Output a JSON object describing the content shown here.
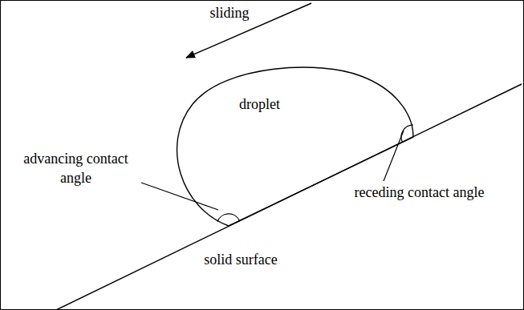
{
  "diagram": {
    "nodes": [
      {
        "text": [
          "droplet"
        ]
      }
    ],
    "labels": [
      "sliding",
      "advancing contact angle",
      "receding contact angle",
      "solid surface"
    ]
  }
}
